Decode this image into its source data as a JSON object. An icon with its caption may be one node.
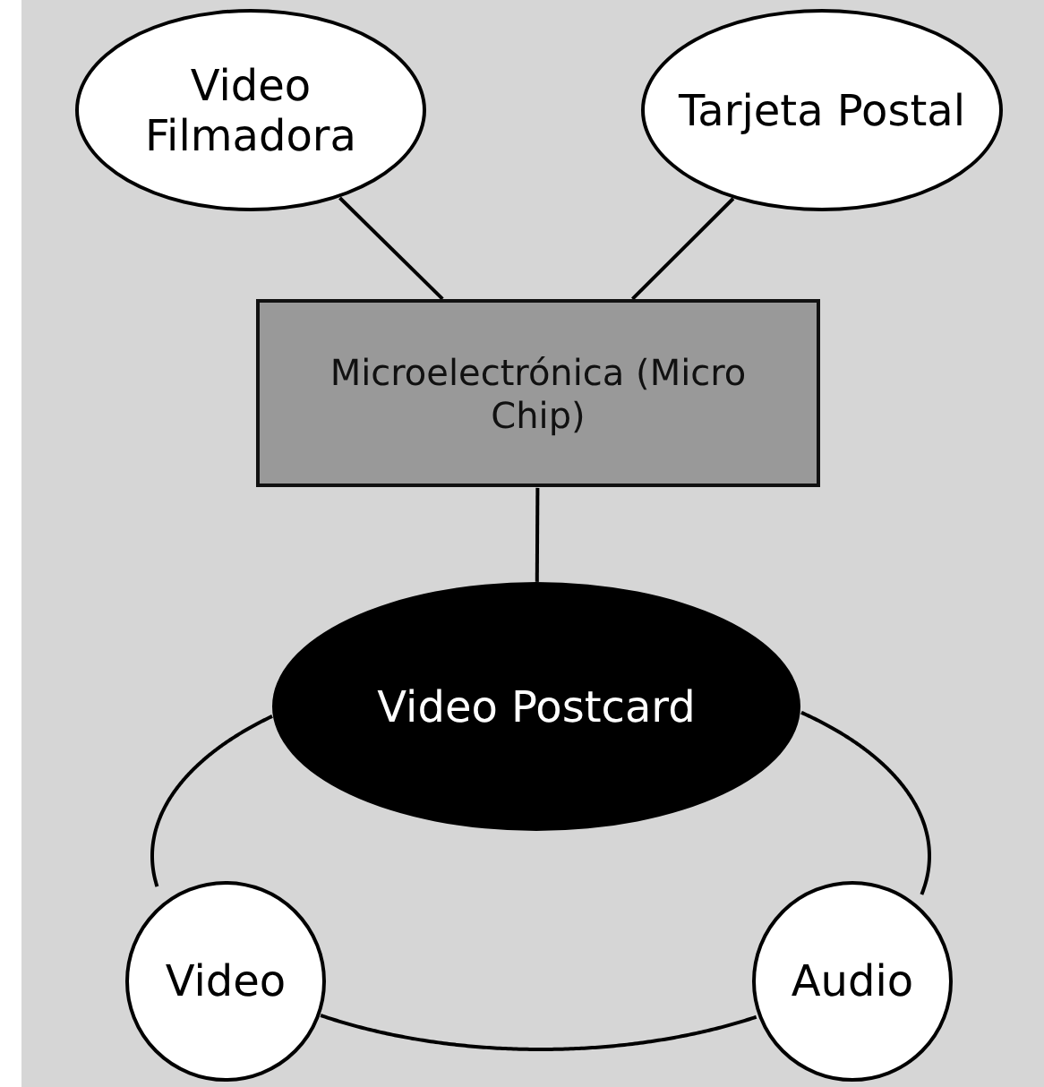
{
  "diagram": {
    "nodes": [
      {
        "text": [
          "Video Filmadora"
        ]
      },
      {
        "text": [
          "Tarjeta Postal"
        ]
      },
      {
        "text": [
          "Microelectrónica (Micro Chip)"
        ]
      },
      {
        "text": [
          "Video Postcard"
        ]
      },
      {
        "text": [
          "Video"
        ]
      },
      {
        "text": [
          "Audio"
        ]
      }
    ],
    "edges": [
      {
        "from": 0,
        "to": 2,
        "arrow": "none"
      },
      {
        "from": 1,
        "to": 2,
        "arrow": "none"
      },
      {
        "from": 2,
        "to": 3,
        "arrow": "none"
      },
      {
        "from": 3,
        "to": 4,
        "arrow": "none"
      },
      {
        "from": 3,
        "to": 5,
        "arrow": "none"
      },
      {
        "from": 4,
        "to": 5,
        "arrow": "none"
      }
    ]
  }
}
